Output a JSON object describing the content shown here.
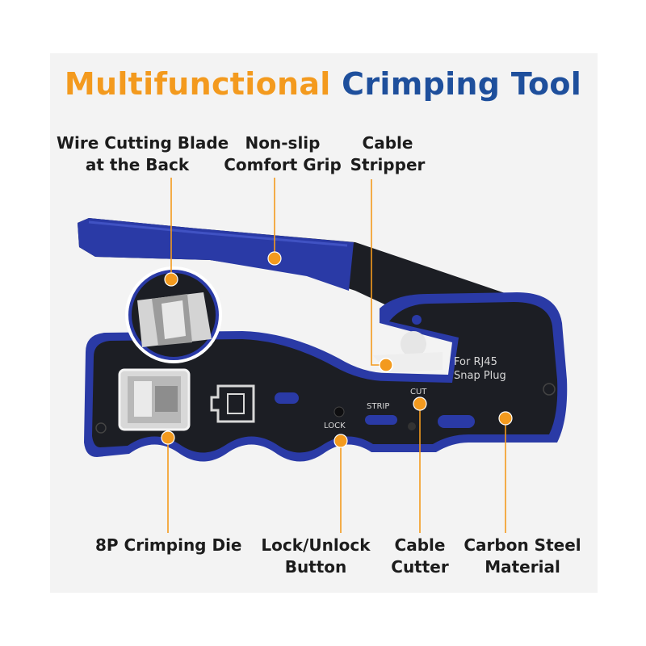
{
  "title": {
    "part1": "Multifunctional",
    "part2": "Crimping Tool"
  },
  "labels": {
    "wire_cutting_blade": [
      "Wire Cutting Blade",
      "at the Back"
    ],
    "non_slip_grip": [
      "Non-slip",
      "Comfort Grip"
    ],
    "cable_stripper": [
      "Cable",
      "Stripper"
    ],
    "crimping_die": [
      "8P Crimping Die"
    ],
    "lock_unlock": [
      "Lock/Unlock",
      "Button"
    ],
    "cable_cutter": [
      "Cable",
      "Cutter"
    ],
    "carbon_steel": [
      "Carbon Steel",
      "Material"
    ]
  },
  "tool_markings": {
    "brand_line1": "For RJ45",
    "brand_line2": "Snap Plug",
    "strip": "STRIP",
    "cut": "CUT",
    "lock": "LOCK"
  },
  "colors": {
    "title_orange": "#f39a1e",
    "title_blue": "#1e4f9c",
    "handle_blue": "#2a3aa6",
    "body_black": "#1c1e24",
    "marker_orange": "#f39a1e"
  }
}
